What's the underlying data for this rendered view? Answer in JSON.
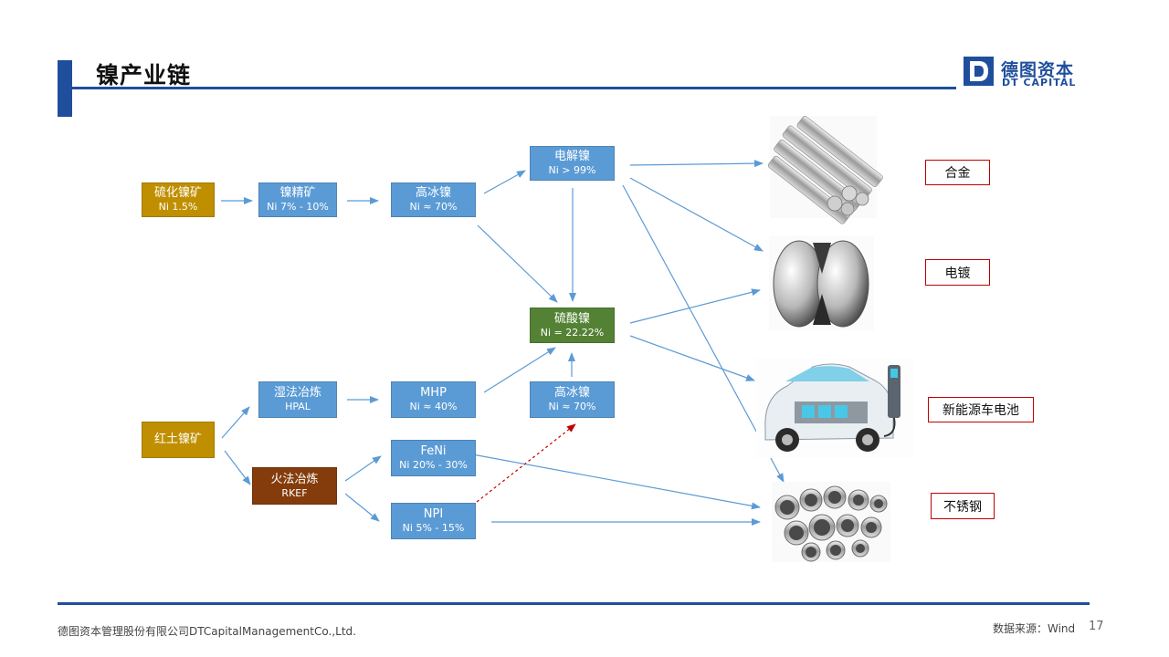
{
  "title": "镍产业链",
  "logo": {
    "cn": "德图资本",
    "en": "DT CAPITAL",
    "mark": "D"
  },
  "nodes": {
    "sulfide_ore": {
      "name": "硫化镍矿",
      "detail": "Ni 1.5%"
    },
    "concentrate": {
      "name": "镍精矿",
      "detail": "Ni 7% - 10%"
    },
    "matte_top": {
      "name": "高冰镍",
      "detail": "Ni ≈ 70%"
    },
    "electrolytic": {
      "name": "电解镍",
      "detail": "Ni > 99%"
    },
    "sulfate": {
      "name": "硫酸镍",
      "detail": "Ni = 22.22%"
    },
    "hpal": {
      "name": "湿法冶炼",
      "detail": "HPAL"
    },
    "mhp": {
      "name": "MHP",
      "detail": "Ni ≈ 40%"
    },
    "matte_bottom": {
      "name": "高冰镍",
      "detail": "Ni ≈ 70%"
    },
    "laterite": {
      "name": "红土镍矿"
    },
    "rkef": {
      "name": "火法冶炼",
      "detail": "RKEF"
    },
    "feni": {
      "name": "FeNi",
      "detail": "Ni 20% - 30%"
    },
    "npi": {
      "name": "NPI",
      "detail": "Ni 5% - 15%"
    }
  },
  "outputs": {
    "alloy": "合金",
    "plating": "电镀",
    "battery": "新能源车电池",
    "stainless": "不锈钢"
  },
  "footer": {
    "company": "德图资本管理股份有限公司DTCapitalManagementCo.,Ltd.",
    "source": "数据来源：Wind",
    "page": "17"
  },
  "colors": {
    "accent": "#1f4e9c",
    "node": "#5b9bd5",
    "ore": "#bf8f00",
    "sulfate": "#548235",
    "rkef": "#843c0c",
    "arrow": "#5b9bd5",
    "dashed": "#c00000"
  }
}
